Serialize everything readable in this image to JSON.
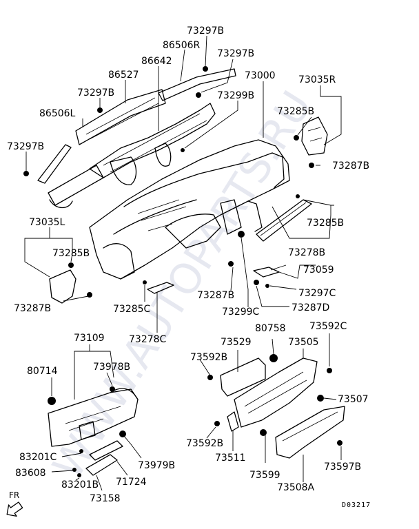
{
  "labels": [
    "73297B",
    "86506R",
    "73297B",
    "86642",
    "86527",
    "73297B",
    "73000",
    "73035R",
    "73299B",
    "86506L",
    "73285B",
    "73297B",
    "73287B",
    "73035L",
    "73285B",
    "73285B",
    "73278B",
    "73059",
    "73287B",
    "73297C",
    "73287B",
    "73285C",
    "73287D",
    "73299C",
    "73278C",
    "73109",
    "80758",
    "73592C",
    "73529",
    "73505",
    "80714",
    "73978B",
    "73592B",
    "73507",
    "73592B",
    "73511",
    "73979B",
    "83201C",
    "73599",
    "73597B",
    "83608",
    "71724",
    "83201B",
    "73508A",
    "73158"
  ],
  "direction_label": "FR",
  "reference_code": "D03217",
  "watermark": "WWW.AUTOPARTS.RU",
  "colors": {
    "ink": "#000000",
    "background": "#ffffff",
    "watermark": "#c9cde0"
  }
}
